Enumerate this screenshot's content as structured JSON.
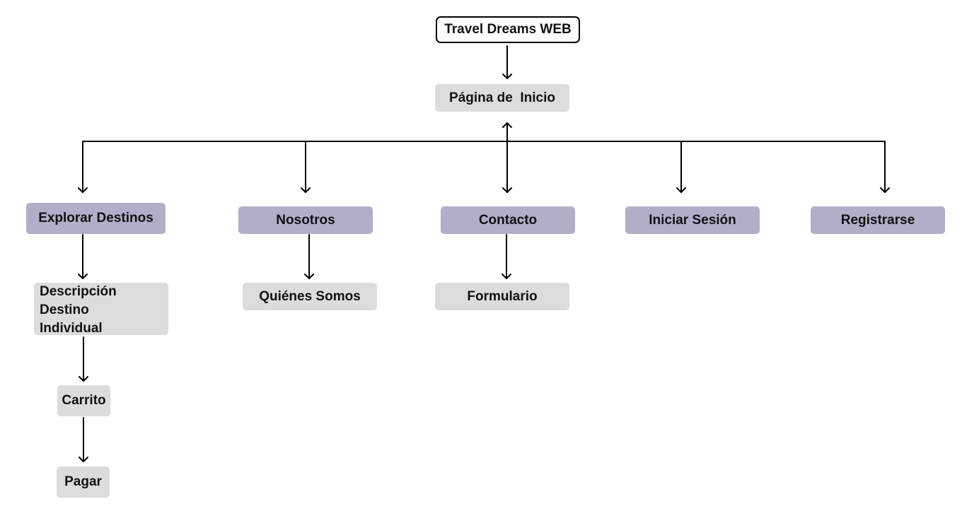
{
  "root": "Travel Dreams WEB",
  "home": "Página de  Inicio",
  "sections": {
    "explorar": "Explorar Destinos",
    "nosotros": "Nosotros",
    "contacto": "Contacto",
    "iniciar": "Iniciar Sesión",
    "registrarse": "Registrarse"
  },
  "subpages": {
    "descripcion_line1": "Descripción Destino",
    "descripcion_line2": "Individual",
    "carrito": "Carrito",
    "pagar": "Pagar",
    "quienes": "Quiénes Somos",
    "formulario": "Formulario"
  },
  "colors": {
    "section_fill": "#b4adca",
    "page_fill": "#dcdcdc",
    "line": "#000000"
  }
}
